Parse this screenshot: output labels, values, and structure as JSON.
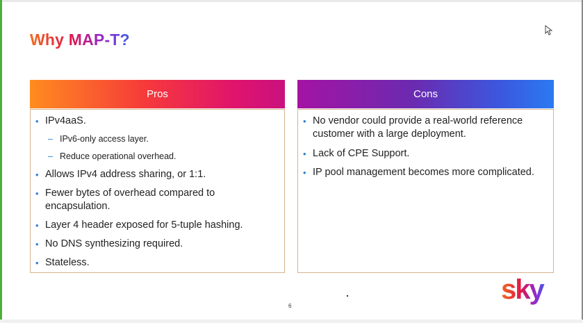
{
  "slide": {
    "title": "Why MAP-T?",
    "page_number": "6",
    "logo_text": "sky"
  },
  "pros": {
    "heading": "Pros",
    "items": [
      {
        "text": "IPv4aaS."
      },
      {
        "text": "IPv6-only access layer.",
        "sub": true
      },
      {
        "text": "Reduce operational overhead.",
        "sub": true
      },
      {
        "text": "Allows IPv4 address sharing, or 1:1."
      },
      {
        "text": "Fewer bytes of overhead compared to encapsulation."
      },
      {
        "text": "Layer 4 header exposed for 5-tuple hashing."
      },
      {
        "text": "No DNS synthesizing required."
      },
      {
        "text": "Stateless."
      }
    ]
  },
  "cons": {
    "heading": "Cons",
    "items": [
      {
        "text": "No vendor could provide a real-world reference customer with a large deployment."
      },
      {
        "text": "Lack of CPE Support."
      },
      {
        "text": "IP pool management becomes more complicated."
      }
    ]
  },
  "colors": {
    "bullet": "#2a7fd1",
    "panel_border": "#d5b48a",
    "frame_accent": "#4caf3a"
  },
  "icons": {
    "bullet": "bullet-dot-icon",
    "sub_bullet": "dash-icon",
    "pointer": "mouse-pointer-icon"
  }
}
